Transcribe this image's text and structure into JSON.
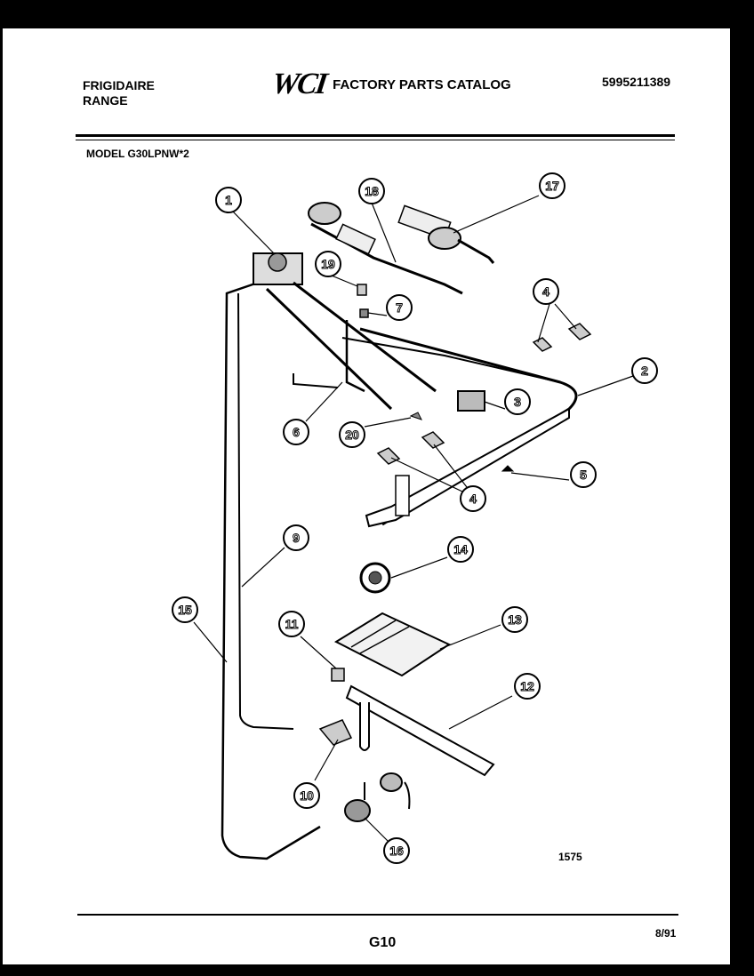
{
  "header": {
    "brand_line1": "FRIGIDAIRE",
    "brand_line2": "RANGE",
    "logo": "WCI",
    "catalog_title": "FACTORY PARTS CATALOG",
    "part_number": "5995211389"
  },
  "model": "MODEL G30LPNW*2",
  "callouts": [
    "1",
    "18",
    "17",
    "19",
    "7",
    "4",
    "2",
    "3",
    "6",
    "20",
    "5",
    "4",
    "9",
    "14",
    "15",
    "11",
    "13",
    "12",
    "10",
    "16"
  ],
  "figure_number": "1575",
  "footer": {
    "page_id": "G10",
    "date": "8/91"
  }
}
